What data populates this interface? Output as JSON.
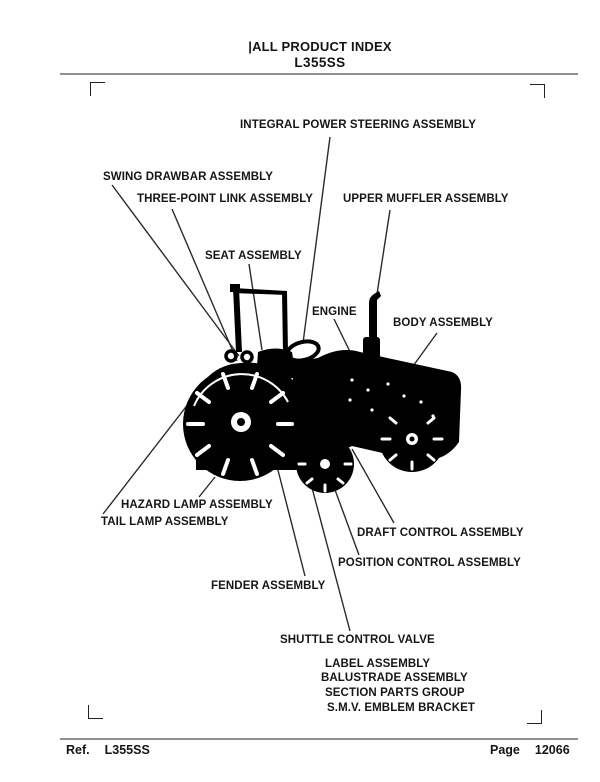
{
  "header": {
    "title_line1": "|ALL PRODUCT INDEX",
    "title_line2": "L355SS"
  },
  "figure": {
    "illustration": "tractor-silhouette"
  },
  "callouts": {
    "integral_power_steering": "INTEGRAL POWER STEERING ASSEMBLY",
    "swing_drawbar": "SWING DRAWBAR ASSEMBLY",
    "three_point_link": "THREE-POINT LINK ASSEMBLY",
    "upper_muffler": "UPPER MUFFLER ASSEMBLY",
    "seat": "SEAT ASSEMBLY",
    "engine": "ENGINE",
    "body": "BODY ASSEMBLY",
    "hazard_lamp": "HAZARD LAMP ASSEMBLY",
    "tail_lamp": "TAIL LAMP ASSEMBLY",
    "draft_control": "DRAFT CONTROL ASSEMBLY",
    "position_control": "POSITION CONTROL ASSEMBLY",
    "fender": "FENDER ASSEMBLY",
    "shuttle_control_valve": "SHUTTLE CONTROL VALVE",
    "label_assembly": "LABEL ASSEMBLY",
    "balustrade": "BALUSTRADE ASSEMBLY",
    "section_parts_group": "SECTION PARTS GROUP",
    "smv_emblem_bracket": "S.M.V. EMBLEM BRACKET"
  },
  "footer": {
    "ref_label": "Ref.",
    "ref_value": "L355SS",
    "page_label": "Page",
    "page_value": "12066"
  },
  "colors": {
    "ink": "#000000",
    "leader_line": "#2b2b2b",
    "rule": "#8f8f8f"
  }
}
